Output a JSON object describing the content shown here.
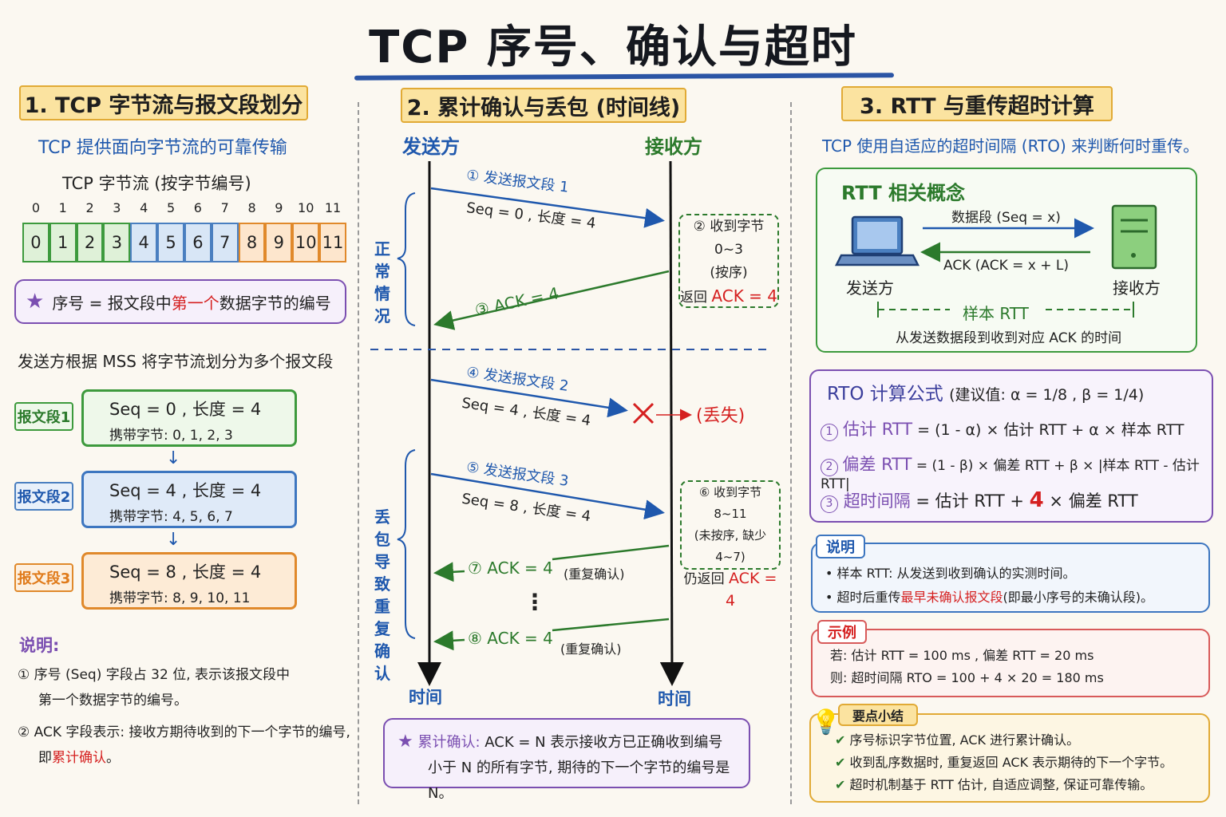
{
  "title": "TCP 序号、确认与超时",
  "colors": {
    "blue": "#1f58ad",
    "green": "#2c7a2c",
    "orange": "#e07b1b",
    "red": "#d52020",
    "purple": "#7b4fb1",
    "yellow": "#e1aa35"
  },
  "s1": {
    "tag": "1. TCP 字节流与报文段划分",
    "subtitle": "TCP 提供面向字节流的可靠传输",
    "stream_title": "TCP 字节流 (按字节编号)",
    "indices": [
      "0",
      "1",
      "2",
      "3",
      "4",
      "5",
      "6",
      "7",
      "8",
      "9",
      "10",
      "11"
    ],
    "bytes": [
      "0",
      "1",
      "2",
      "3",
      "4",
      "5",
      "6",
      "7",
      "8",
      "9",
      "10",
      "11"
    ],
    "def_prefix": "序号 = 报文段中",
    "def_highlight": "第一个",
    "def_suffix": "数据字节的编号",
    "mss_text": "发送方根据 MSS 将字节流划分为多个报文段",
    "segments": [
      {
        "tag": "报文段1",
        "line1": "Seq = 0   ,  长度 = 4",
        "line2": "携带字节: 0, 1, 2, 3"
      },
      {
        "tag": "报文段2",
        "line1": "Seq = 4   ,  长度 = 4",
        "line2": "携带字节: 4, 5, 6, 7"
      },
      {
        "tag": "报文段3",
        "line1": "Seq = 8   ,  长度 = 4",
        "line2": "携带字节: 8, 9, 10, 11"
      }
    ],
    "notes_title": "说明:",
    "note1_a": "① 序号 (Seq) 字段占 32 位, 表示该报文段中",
    "note1_b": "第一个数据字节的编号。",
    "note2_a": "② ACK 字段表示: 接收方期待收到的下一个字节的编号,",
    "note2_b_prefix": "即",
    "note2_b_highlight": "累计确认",
    "note2_b_suffix": "。"
  },
  "s2": {
    "tag": "2. 累计确认与丢包 (时间线)",
    "sender": "发送方",
    "receiver": "接收方",
    "time_left": "时间",
    "time_right": "时间",
    "normal_label": "正常情况",
    "loss_label": "丢包导致重复确认",
    "msg1_title": "① 发送报文段 1",
    "msg1_detail": "Seq = 0 , 长度 = 4",
    "ack2_line1": "② 收到字节 0~3",
    "ack2_line2": "(按序)",
    "ack2_line3_prefix": "返回",
    "ack2_line3_highlight": "ACK = 4",
    "msg3": "③ ACK = 4",
    "msg4_title": "④ 发送报文段 2",
    "msg4_detail": "Seq = 4 , 长度 = 4",
    "lost": "(丢失)",
    "msg5_title": "⑤ 发送报文段 3",
    "msg5_detail": "Seq = 8 , 长度 = 4",
    "ack6_line1": "⑥ 收到字节 8~11",
    "ack6_line2": "(未按序, 缺少 4~7)",
    "ack6_line3_prefix": "仍返回",
    "ack6_line3_highlight": "ACK = 4",
    "msg7": "⑦ ACK = 4",
    "msg7_note": "(重复确认)",
    "ellipsis": "⋮",
    "msg8": "⑧ ACK = 4",
    "msg8_note": "(重复确认)",
    "summary_prefix": "累计确认:",
    "summary_line1": "ACK = N 表示接收方已正确收到编号",
    "summary_line2": "小于 N 的所有字节, 期待的下一个字节的编号是 N。"
  },
  "s3": {
    "tag": "3. RTT 与重传超时计算",
    "subtitle": "TCP 使用自适应的超时间隔 (RTO) 来判断何时重传。",
    "rtt_title": "RTT 相关概念",
    "data_seg": "数据段 (Seq = x)",
    "ack_label": "ACK (ACK = x + L)",
    "sender": "发送方",
    "receiver": "接收方",
    "sample_rtt": "样本 RTT",
    "sample_desc": "从发送数据段到收到对应 ACK 的时间",
    "rto_title": "RTO 计算公式",
    "rto_params": "(建议值: α = 1/8 , β = 1/4)",
    "f1_name": "估计 RTT",
    "f1_expr": "= (1 - α) × 估计 RTT + α × 样本 RTT",
    "f2_name": "偏差 RTT",
    "f2_expr": "= (1 - β) × 偏差 RTT + β × |样本 RTT - 估计 RTT|",
    "f3_name": "超时间隔",
    "f3_expr_a": "= 估计 RTT +",
    "f3_four": "4",
    "f3_expr_b": "× 偏差 RTT",
    "note_tag": "说明",
    "note1": "• 样本 RTT: 从发送到收到确认的实测时间。",
    "note2_prefix": "• 超时后重传",
    "note2_highlight": "最早未确认报文段",
    "note2_suffix": "(即最小序号的未确认段)。",
    "example_tag": "示例",
    "ex1": "若: 估计 RTT = 100 ms ,  偏差 RTT = 20 ms",
    "ex2": "则: 超时间隔 RTO = 100 + 4 × 20 = 180 ms",
    "summary_tag": "要点小结",
    "sum1": "序号标识字节位置, ACK 进行累计确认。",
    "sum2": "收到乱序数据时, 重复返回 ACK 表示期待的下一个字节。",
    "sum3": "超时机制基于 RTT 估计, 自适应调整, 保证可靠传输。"
  }
}
